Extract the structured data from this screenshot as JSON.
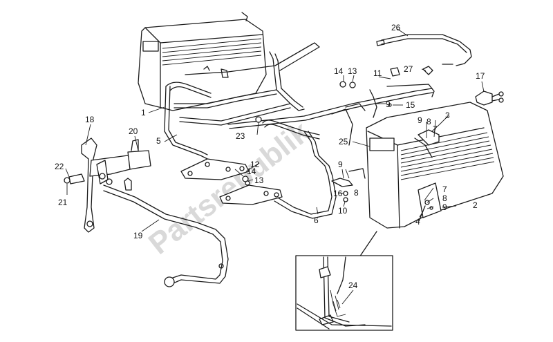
{
  "watermark": "Partsrepublik",
  "callouts": [
    {
      "id": "c1",
      "label": "1"
    },
    {
      "id": "c2",
      "label": "2"
    },
    {
      "id": "c3",
      "label": "3"
    },
    {
      "id": "c4",
      "label": "4"
    },
    {
      "id": "c5",
      "label": "5"
    },
    {
      "id": "c6",
      "label": "6"
    },
    {
      "id": "c7a",
      "label": "7"
    },
    {
      "id": "c7b",
      "label": "7"
    },
    {
      "id": "c8a",
      "label": "8"
    },
    {
      "id": "c8b",
      "label": "8"
    },
    {
      "id": "c8c",
      "label": "8"
    },
    {
      "id": "c9a",
      "label": "9"
    },
    {
      "id": "c9b",
      "label": "9"
    },
    {
      "id": "c9c",
      "label": "9"
    },
    {
      "id": "c9d",
      "label": "9"
    },
    {
      "id": "c10",
      "label": "10"
    },
    {
      "id": "c11",
      "label": "11"
    },
    {
      "id": "c12",
      "label": "12"
    },
    {
      "id": "c13a",
      "label": "13"
    },
    {
      "id": "c13b",
      "label": "13"
    },
    {
      "id": "c14a",
      "label": "14"
    },
    {
      "id": "c14b",
      "label": "14"
    },
    {
      "id": "c15",
      "label": "15"
    },
    {
      "id": "c16",
      "label": "16"
    },
    {
      "id": "c17",
      "label": "17"
    },
    {
      "id": "c18",
      "label": "18"
    },
    {
      "id": "c19",
      "label": "19"
    },
    {
      "id": "c20",
      "label": "20"
    },
    {
      "id": "c21",
      "label": "21"
    },
    {
      "id": "c22",
      "label": "22"
    },
    {
      "id": "c23",
      "label": "23"
    },
    {
      "id": "c24",
      "label": "24"
    },
    {
      "id": "c25",
      "label": "25"
    },
    {
      "id": "c26",
      "label": "26"
    },
    {
      "id": "c27",
      "label": "27"
    }
  ]
}
